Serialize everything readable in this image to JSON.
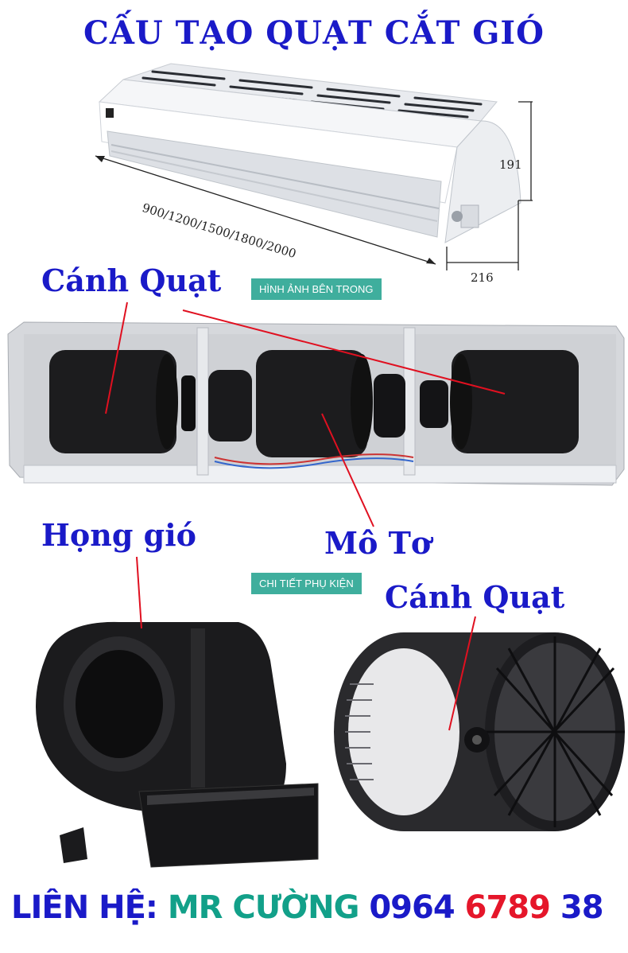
{
  "title": "CẤU TẠO QUẠT CẮT GIÓ",
  "dimensions": {
    "length": "900/1200/1500/1800/2000",
    "height": "191",
    "depth": "216"
  },
  "labels": {
    "fan_blade_top": "Cánh Quạt",
    "motor": "Mô Tơ",
    "air_throat": "Họng gió",
    "fan_blade_bottom": "Cánh Quạt"
  },
  "badges": {
    "inside_view": "HÌNH ẢNH BÊN TRONG",
    "accessory_detail": "CHI TIẾT PHỤ KIỆN"
  },
  "contact": {
    "prefix": "LIÊN HỆ:",
    "name": "MR CƯỜNG",
    "phone_part1": "0964",
    "phone_part2": "6789",
    "phone_part3": "38"
  },
  "colors": {
    "label_blue": "#1a1ac8",
    "badge_teal": "#3fae9d",
    "phone_red": "#e5162a",
    "name_teal": "#12a089"
  }
}
